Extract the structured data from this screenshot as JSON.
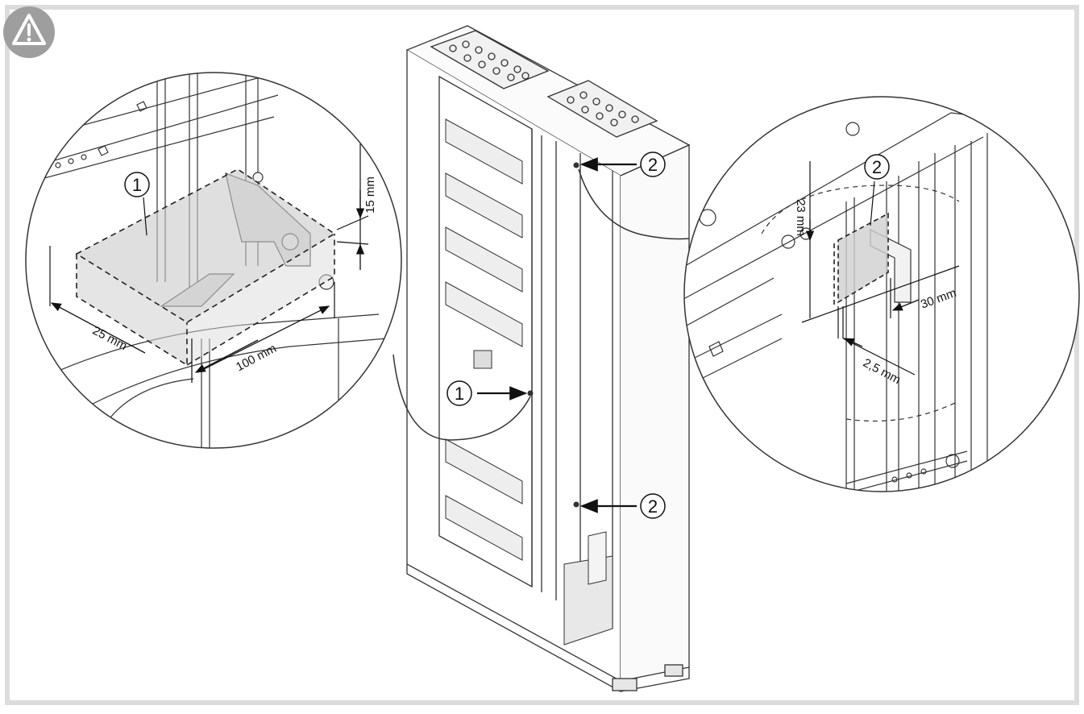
{
  "warning": {
    "icon": "warning-triangle-icon",
    "color": "#9e9e9e"
  },
  "callouts": {
    "one": "1",
    "two": "2"
  },
  "left_detail": {
    "height_label": "15 mm",
    "depth_label": "25 mm",
    "width_label": "100 mm"
  },
  "right_detail": {
    "height_label": "23 mm",
    "width_label": "30 mm",
    "offset_label": "2,5 mm"
  },
  "colors": {
    "frame": "#dcdcdc",
    "line": "#333333",
    "shade": "#d6d6d6"
  }
}
